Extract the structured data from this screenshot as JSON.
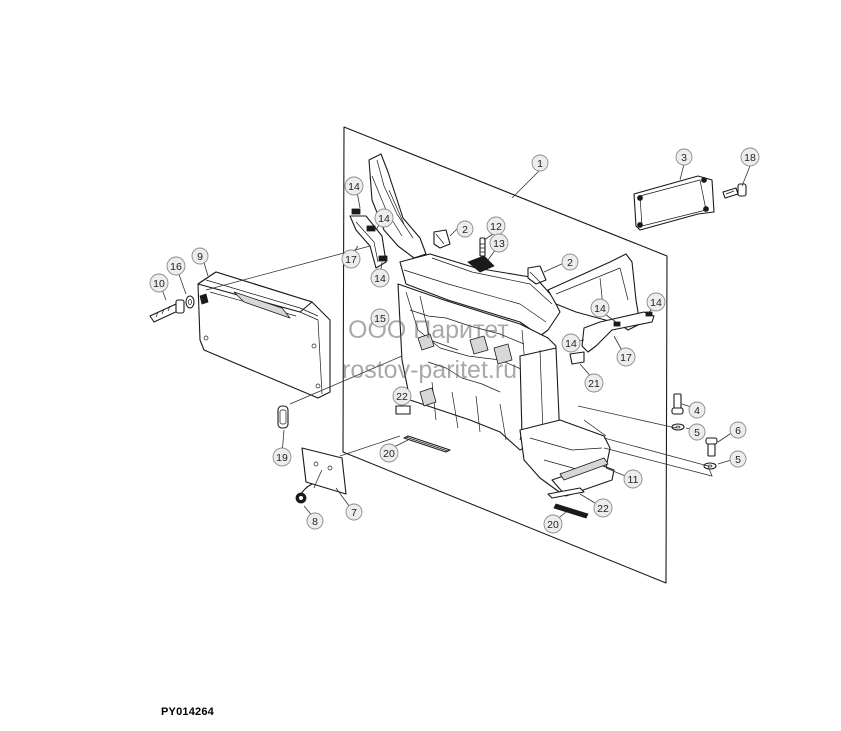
{
  "figure_id": "PY014264",
  "watermark": {
    "line1": "ООО Паритет",
    "line2": "rostov-paritet.ru"
  },
  "callouts": [
    {
      "id": "c1",
      "label": "1"
    },
    {
      "id": "c2a",
      "label": "2"
    },
    {
      "id": "c2b",
      "label": "2"
    },
    {
      "id": "c3",
      "label": "3"
    },
    {
      "id": "c4",
      "label": "4"
    },
    {
      "id": "c5a",
      "label": "5"
    },
    {
      "id": "c5b",
      "label": "5"
    },
    {
      "id": "c6",
      "label": "6"
    },
    {
      "id": "c7",
      "label": "7"
    },
    {
      "id": "c8",
      "label": "8"
    },
    {
      "id": "c9",
      "label": "9"
    },
    {
      "id": "c10",
      "label": "10"
    },
    {
      "id": "c11",
      "label": "11"
    },
    {
      "id": "c12",
      "label": "12"
    },
    {
      "id": "c13",
      "label": "13"
    },
    {
      "id": "c14a",
      "label": "14"
    },
    {
      "id": "c14b",
      "label": "14"
    },
    {
      "id": "c14c",
      "label": "14"
    },
    {
      "id": "c14d",
      "label": "14"
    },
    {
      "id": "c14e",
      "label": "14"
    },
    {
      "id": "c14f",
      "label": "14"
    },
    {
      "id": "c15",
      "label": "15"
    },
    {
      "id": "c16",
      "label": "16"
    },
    {
      "id": "c17a",
      "label": "17"
    },
    {
      "id": "c17b",
      "label": "17"
    },
    {
      "id": "c18",
      "label": "18"
    },
    {
      "id": "c19",
      "label": "19"
    },
    {
      "id": "c20a",
      "label": "20"
    },
    {
      "id": "c20b",
      "label": "20"
    },
    {
      "id": "c21",
      "label": "21"
    },
    {
      "id": "c22a",
      "label": "22"
    },
    {
      "id": "c22b",
      "label": "22"
    }
  ]
}
